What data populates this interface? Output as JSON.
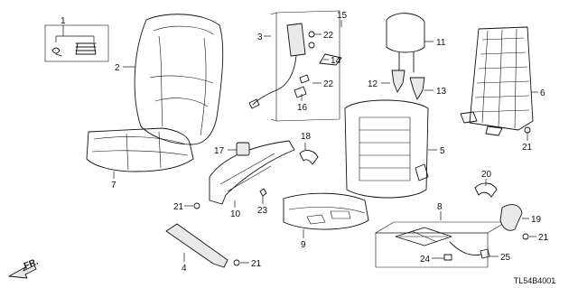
{
  "diagram": {
    "callouts": [
      "1",
      "2",
      "3",
      "4",
      "5",
      "6",
      "7",
      "9",
      "10",
      "11",
      "12",
      "13",
      "14",
      "15",
      "16",
      "17",
      "18",
      "19",
      "20",
      "21",
      "22",
      "23",
      "24",
      "25",
      "8"
    ],
    "direction_label": "FR.",
    "drawing_code": "TL54B4001"
  }
}
